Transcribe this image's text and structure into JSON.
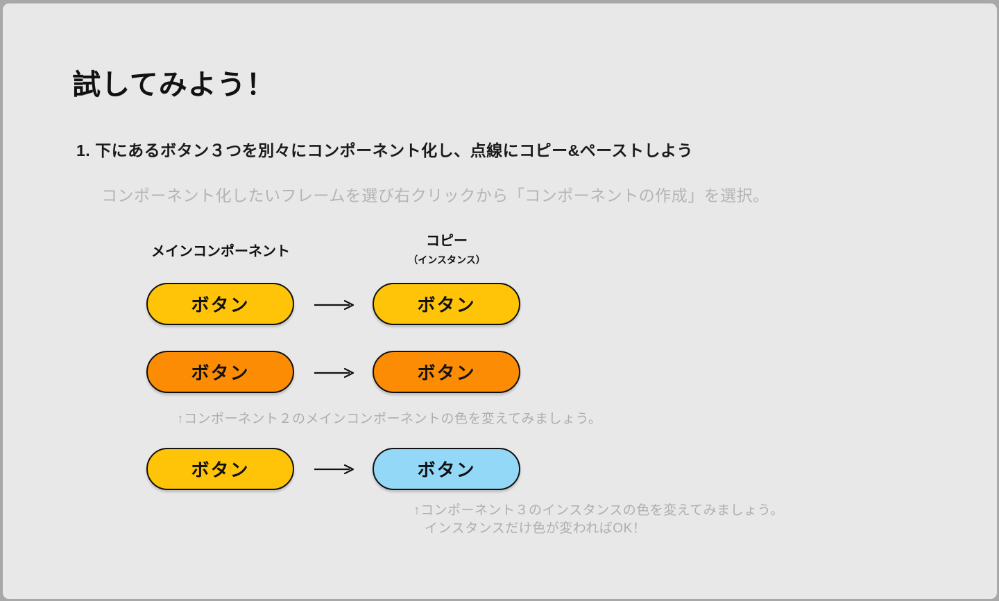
{
  "page": {
    "title": "試してみよう！",
    "background_color": "#e8e8e8",
    "frame_color": "#a8a8a8"
  },
  "instructions": {
    "step1": "1. 下にあるボタン３つを別々にコンポーネント化し、点線にコピー&ペーストしよう",
    "hint": "コンポーネント化したいフレームを選び右クリックから「コンポーネントの作成」を選択。"
  },
  "diagram": {
    "left_column_label": "メインコンポーネント",
    "right_column_label": "コピー",
    "right_column_sublabel": "（インスタンス）",
    "button_label": "ボタン",
    "colors": {
      "yellow": "#ffc408",
      "orange": "#fb8c04",
      "light_blue": "#94d8f8",
      "outline": "#111111"
    },
    "rows": [
      {
        "main_color": "#ffc408",
        "instance_color": "#ffc408"
      },
      {
        "main_color": "#fb8c04",
        "instance_color": "#fb8c04"
      },
      {
        "main_color": "#ffc408",
        "instance_color": "#94d8f8"
      }
    ],
    "note_row2": "↑コンポーネント２のメインコンポーネントの色を変えてみましょう。",
    "note_row3_line1": "↑コンポーネント３のインスタンスの色を変えてみましょう。",
    "note_row3_line2": "インスタンスだけ色が変わればOK！"
  }
}
